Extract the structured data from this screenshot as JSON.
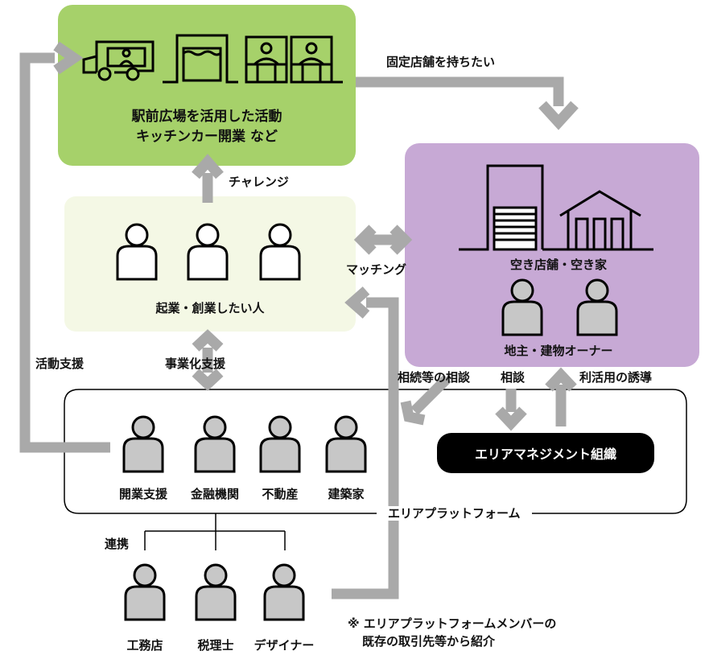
{
  "challenge_box": {
    "text_line1": "駅前広場を活用した活動",
    "text_line2": "キッチンカー開業 など"
  },
  "arrows": {
    "want_fixed_store": "固定店舗を持ちたい",
    "challenge": "チャレンジ",
    "matching": "マッチング",
    "activity_support": "活動支援",
    "commercialization_support": "事業化支援",
    "inheritance_consult": "相続等の相談",
    "consult": "相談",
    "utilization": "利活用の誘導",
    "link": "連携"
  },
  "entrepreneurs": {
    "label": "起業・創業したい人"
  },
  "vacant": {
    "label": "空き店舗・空き家",
    "owners_label": "地主・建物オーナー"
  },
  "area_management": {
    "label": "エリアマネジメント組織"
  },
  "platform": {
    "label": "エリアプラットフォーム",
    "members": [
      "開業支援",
      "金融機関",
      "不動産",
      "建築家"
    ]
  },
  "partners": [
    "工務店",
    "税理士",
    "デザイナー"
  ],
  "note": {
    "line1": "※ エリアプラットフォームメンバーの",
    "line2": "既存の取引先等から紹介"
  },
  "colors": {
    "green": "#a6d16a",
    "light_green": "#f4f8e5",
    "purple": "#c7a9d5",
    "gray_arrow": "#a9a9a9",
    "person_gray": "#c7c7c7",
    "black": "#000000"
  }
}
